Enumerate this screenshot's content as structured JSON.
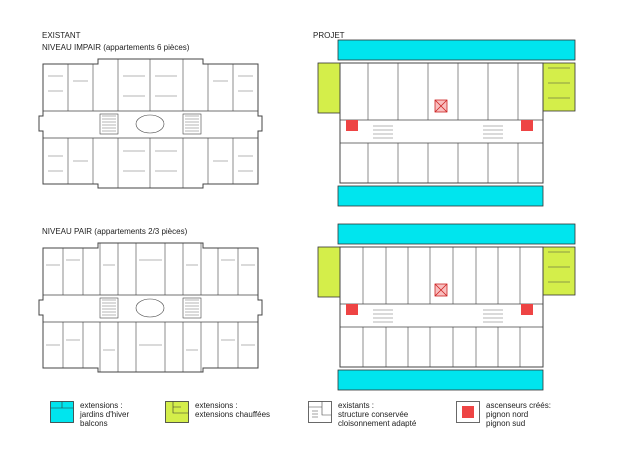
{
  "headings": {
    "existant": "EXISTANT",
    "projet": "PROJET",
    "niveau_impair": "NIVEAU IMPAIR (appartements 6 pièces)",
    "niveau_pair": "NIVEAU PAIR (appartements 2/3 pièces)"
  },
  "colors": {
    "extensions_cyan": "#00e5ee",
    "extensions_green": "#d4ee4a",
    "elevator_red": "#ee4444",
    "wall": "#444444"
  },
  "legend": [
    {
      "key": "cyan",
      "lines": [
        "extensions :",
        "jardins d'hiver",
        "balcons"
      ]
    },
    {
      "key": "green",
      "lines": [
        "extensions :",
        "extensions chauffées"
      ]
    },
    {
      "key": "existing",
      "lines": [
        "existants :",
        "structure conservée",
        "cloisonnement adapté"
      ]
    },
    {
      "key": "red",
      "lines": [
        "ascenseurs créés:",
        "pignon nord",
        "pignon sud"
      ]
    }
  ]
}
